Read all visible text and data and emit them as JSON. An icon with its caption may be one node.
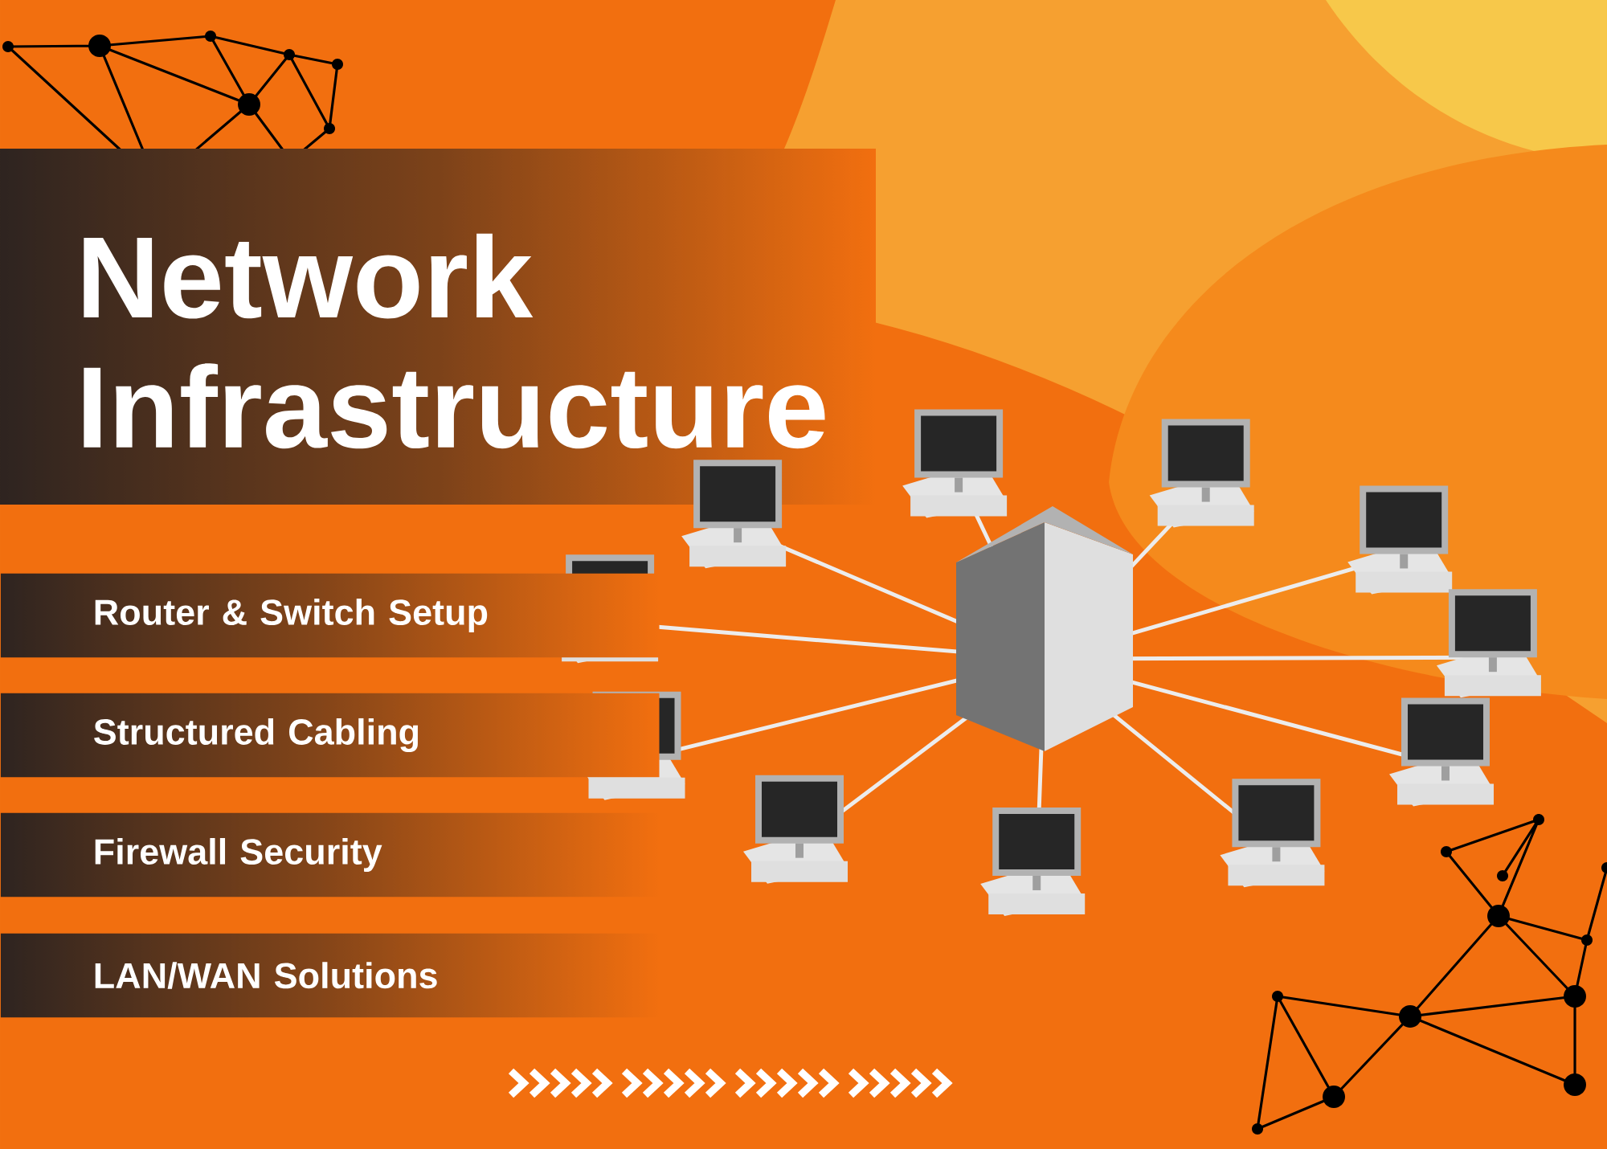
{
  "diagram": {
    "title": "Network Infrastructure",
    "nodes": [
      {
        "text": [
          "Router & Switch Setup"
        ]
      },
      {
        "text": [
          "Structured Cabling"
        ]
      },
      {
        "text": [
          "Firewall Security"
        ]
      },
      {
        "text": [
          "LAN/WAN Solutions"
        ]
      }
    ]
  }
}
